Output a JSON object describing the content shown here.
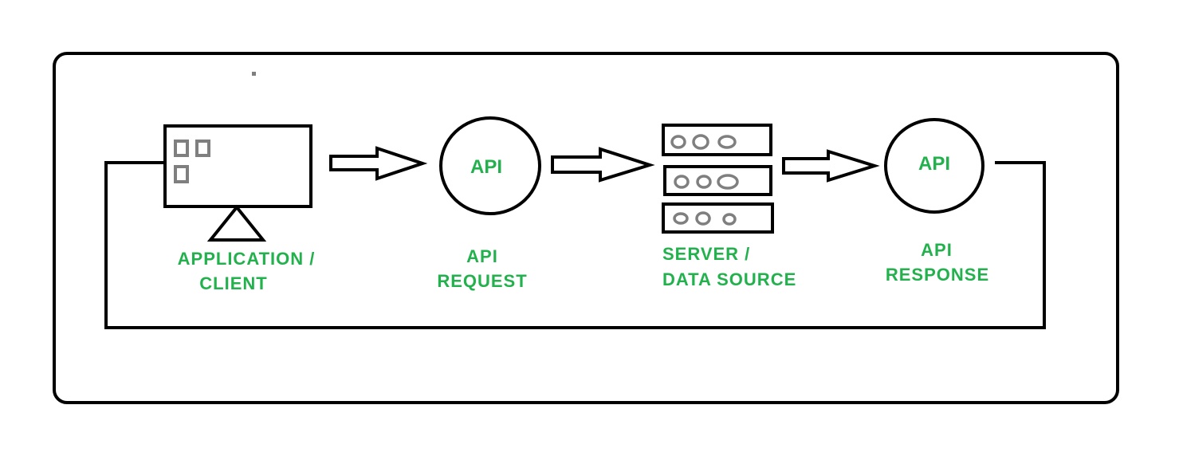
{
  "diagram": {
    "colors": {
      "stroke": "#000000",
      "label": "#22b14c",
      "icon_gray": "#7f7f7f",
      "background": "#ffffff"
    },
    "nodes": [
      {
        "id": "client",
        "icon": "monitor-icon",
        "label_line1": "APPLICATION /",
        "label_line2": "CLIENT"
      },
      {
        "id": "api-request",
        "icon": "circle-node",
        "inner_text": "API",
        "label_line1": "API",
        "label_line2": "REQUEST"
      },
      {
        "id": "server",
        "icon": "server-rack-icon",
        "label_line1": "SERVER /",
        "label_line2": "DATA SOURCE"
      },
      {
        "id": "api-response",
        "icon": "circle-node",
        "inner_text": "API",
        "label_line1": "API",
        "label_line2": "RESPONSE"
      }
    ],
    "edges": [
      {
        "from": "client",
        "to": "api-request",
        "style": "hollow-arrow"
      },
      {
        "from": "api-request",
        "to": "server",
        "style": "hollow-arrow"
      },
      {
        "from": "server",
        "to": "api-response",
        "style": "hollow-arrow"
      },
      {
        "from": "api-response",
        "to": "client",
        "style": "return-loop-line"
      }
    ]
  }
}
